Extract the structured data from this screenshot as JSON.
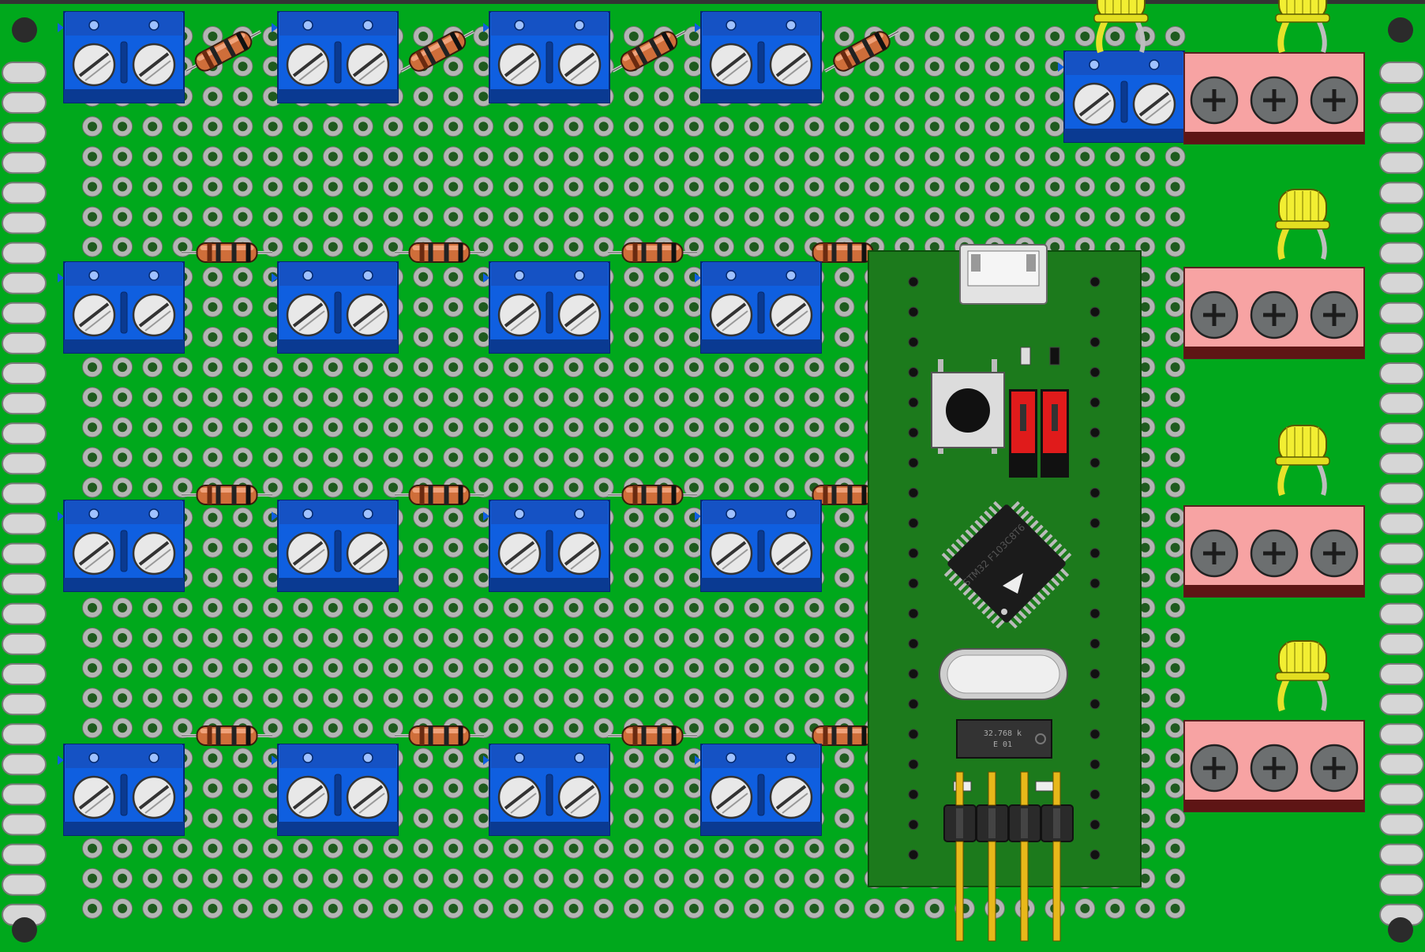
{
  "board": {
    "kind": "perfboard",
    "base_color": "#00a81c",
    "pad_color": "#b4b4b4",
    "hole_color": "#1e5a1e",
    "slot_color": "#d6d6d6"
  },
  "terminal_blue": {
    "rows": 4,
    "per_row": 4,
    "positions_per_block": 2,
    "color": "#0f5fe0"
  },
  "terminal_pink": {
    "count": 4,
    "positions_per_block": 3,
    "color": "#f7a3a3"
  },
  "resistors": {
    "rows": 4,
    "per_row": 4,
    "body_color": "#cf6e3a"
  },
  "leds": {
    "count": 5,
    "color": "#f2ee32"
  },
  "mcu_board": {
    "label": "STM32 F103C8T6",
    "crystal_marking_line1": "32.768 k",
    "crystal_marking_line2": "E  01",
    "color": "#1c7a1c",
    "header_pins": 4
  }
}
